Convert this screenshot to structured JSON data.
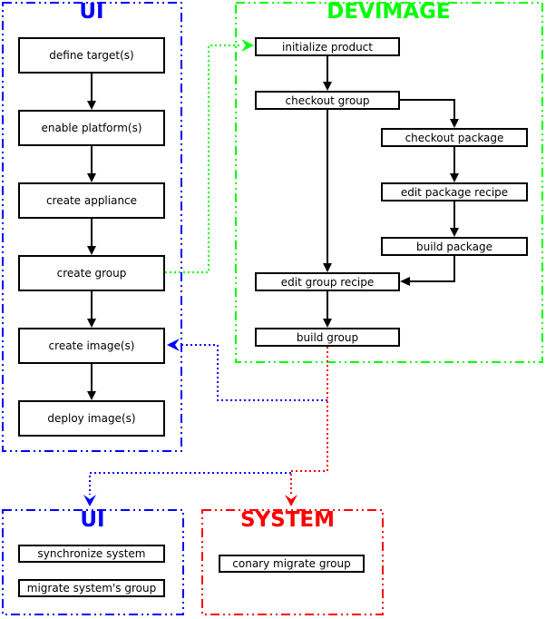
{
  "colors": {
    "black": "#000000",
    "blue": "#0000ff",
    "green": "#00ff00",
    "red": "#ff0000",
    "node_fill": "#ffffff",
    "background": "#ffffff"
  },
  "clusters": {
    "ui_top": {
      "title": "UI",
      "color": "#0000ff"
    },
    "devimage": {
      "title": "DEVIMAGE",
      "color": "#00ff00"
    },
    "ui_bottom": {
      "title": "UI",
      "color": "#0000ff"
    },
    "system": {
      "title": "SYSTEM",
      "color": "#ff0000"
    }
  },
  "nodes": {
    "define_targets": {
      "label": "define target(s)",
      "cluster": "UI"
    },
    "enable_platforms": {
      "label": "enable platform(s)",
      "cluster": "UI"
    },
    "create_appliance": {
      "label": "create appliance",
      "cluster": "UI"
    },
    "create_group": {
      "label": "create group",
      "cluster": "UI"
    },
    "create_images": {
      "label": "create image(s)",
      "cluster": "UI"
    },
    "deploy_images": {
      "label": "deploy image(s)",
      "cluster": "UI"
    },
    "initialize_product": {
      "label": "initialize product",
      "cluster": "DEVIMAGE"
    },
    "checkout_group": {
      "label": "checkout group",
      "cluster": "DEVIMAGE"
    },
    "checkout_package": {
      "label": "checkout package",
      "cluster": "DEVIMAGE"
    },
    "edit_package_recipe": {
      "label": "edit package recipe",
      "cluster": "DEVIMAGE"
    },
    "build_package": {
      "label": "build package",
      "cluster": "DEVIMAGE"
    },
    "edit_group_recipe": {
      "label": "edit group recipe",
      "cluster": "DEVIMAGE"
    },
    "build_group": {
      "label": "build group",
      "cluster": "DEVIMAGE"
    },
    "synchronize_system": {
      "label": "synchronize system",
      "cluster": "UI (bottom)"
    },
    "migrate_systems_group": {
      "label": "migrate system's group",
      "cluster": "UI (bottom)"
    },
    "conary_migrate_group": {
      "label": "conary migrate group",
      "cluster": "SYSTEM"
    }
  },
  "edges": [
    {
      "from": "define target(s)",
      "to": "enable platform(s)",
      "style": "solid",
      "color": "#000000"
    },
    {
      "from": "enable platform(s)",
      "to": "create appliance",
      "style": "solid",
      "color": "#000000"
    },
    {
      "from": "create appliance",
      "to": "create group",
      "style": "solid",
      "color": "#000000"
    },
    {
      "from": "create group",
      "to": "create image(s)",
      "style": "solid",
      "color": "#000000"
    },
    {
      "from": "create image(s)",
      "to": "deploy image(s)",
      "style": "solid",
      "color": "#000000"
    },
    {
      "from": "create group",
      "to": "initialize product",
      "style": "dotted",
      "color": "#00ff00"
    },
    {
      "from": "initialize product",
      "to": "checkout group",
      "style": "solid",
      "color": "#000000"
    },
    {
      "from": "checkout group",
      "to": "checkout package",
      "style": "solid",
      "color": "#000000"
    },
    {
      "from": "checkout package",
      "to": "edit package recipe",
      "style": "solid",
      "color": "#000000"
    },
    {
      "from": "edit package recipe",
      "to": "build package",
      "style": "solid",
      "color": "#000000"
    },
    {
      "from": "build package",
      "to": "edit group recipe",
      "style": "solid",
      "color": "#000000"
    },
    {
      "from": "checkout group",
      "to": "edit group recipe",
      "style": "solid",
      "color": "#000000"
    },
    {
      "from": "edit group recipe",
      "to": "build group",
      "style": "solid",
      "color": "#000000"
    },
    {
      "from": "build group",
      "to": "create image(s)",
      "style": "dotted",
      "color": "#0000ff"
    },
    {
      "from": "build group",
      "to": "UI (bottom)",
      "style": "dotted",
      "color": "#0000ff"
    },
    {
      "from": "build group",
      "to": "SYSTEM",
      "style": "dotted",
      "color": "#ff0000"
    }
  ]
}
